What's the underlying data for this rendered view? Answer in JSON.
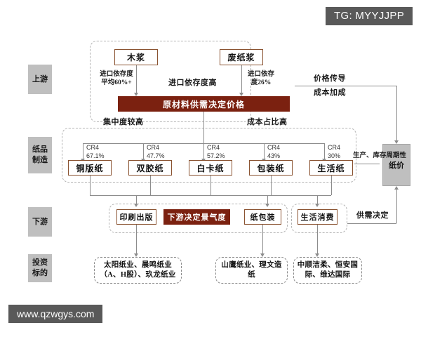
{
  "overlays": {
    "tg_badge": "TG: MYYJJPP",
    "watermark": "www.qzwgys.com"
  },
  "stage_labels": [
    {
      "id": "upstream",
      "text": "上游"
    },
    {
      "id": "paper-manufacturing",
      "text": "纸品\n制造"
    },
    {
      "id": "downstream",
      "text": "下游"
    },
    {
      "id": "investment-targets",
      "text": "投资\n标的"
    }
  ],
  "upstream": {
    "raw_materials": [
      {
        "id": "wood-pulp",
        "label": "木浆"
      },
      {
        "id": "waste-paper-pulp",
        "label": "废纸浆"
      }
    ],
    "annotations": {
      "wood_pulp_import": "进口依存度平均60%+",
      "waste_pulp_import": "进口依存度26%",
      "import_dependency_high": "进口依存度高"
    },
    "price_bar": "原材料供需决定价格"
  },
  "bridge_annotations": {
    "price_transmission": "价格传导",
    "cost_plus": "成本加成",
    "concentration_high": "集中度较高",
    "cost_share_high": "成本占比高",
    "production_inventory_cycle": "生产、库存周期性",
    "supply_demand_decides": "供需决定"
  },
  "paper_products": {
    "cr4_label": "CR4",
    "items": [
      {
        "id": "coated-paper",
        "label": "铜版纸",
        "cr4": "67.1%"
      },
      {
        "id": "offset-paper",
        "label": "双胶纸",
        "cr4": "47.7%"
      },
      {
        "id": "white-card-paper",
        "label": "白卡纸",
        "cr4": "57.2%"
      },
      {
        "id": "packaging-paper",
        "label": "包装纸",
        "cr4": "43%"
      },
      {
        "id": "tissue-paper",
        "label": "生活纸",
        "cr4": "30%"
      }
    ]
  },
  "paper_price": {
    "label": "纸价"
  },
  "downstream": {
    "items": [
      {
        "id": "printing-publishing",
        "label": "印刷出版",
        "filled": false
      },
      {
        "id": "downstream-prosperity",
        "label": "下游决定景气度",
        "filled": true
      },
      {
        "id": "paper-packaging",
        "label": "纸包装",
        "filled": false
      },
      {
        "id": "daily-consumption",
        "label": "生活消费",
        "filled": false
      }
    ]
  },
  "investment_targets": [
    {
      "id": "targets-pulp-paper",
      "text": "太阳纸业、晨鸣纸业（A、H股）、玖龙纸业"
    },
    {
      "id": "targets-packaging",
      "text": "山鹰纸业、理文造纸"
    },
    {
      "id": "targets-tissue",
      "text": "中顺洁柔、恒安国际、维达国际"
    }
  ],
  "colors": {
    "accent_dark_red": "#7b2110",
    "box_border": "#8a5331",
    "gray_fill": "#bfbfbf",
    "line": "#8c8c8c",
    "badge_bg": "#595959"
  }
}
